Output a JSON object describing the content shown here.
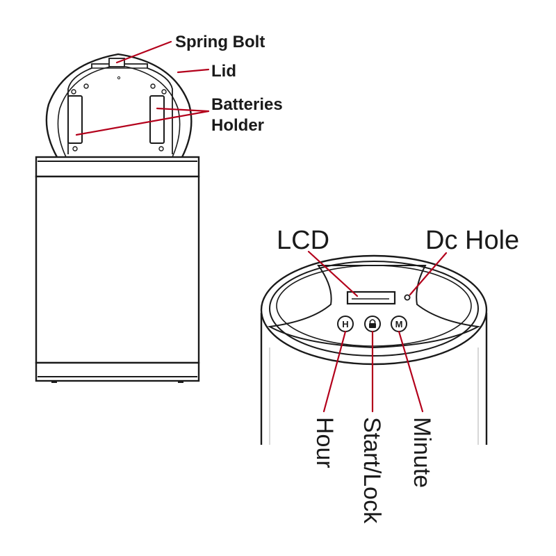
{
  "left_view": {
    "labels": {
      "spring_bolt": "Spring Bolt",
      "lid": "Lid",
      "batteries_line1": "Batteries",
      "batteries_line2": "Holder"
    }
  },
  "right_view": {
    "labels": {
      "lcd": "LCD",
      "dc_hole": "Dc Hole",
      "hour": "Hour",
      "start_lock": "Start/Lock",
      "minute": "Minute"
    },
    "buttons": {
      "hour": "H",
      "minute": "M"
    }
  },
  "colors": {
    "leader_lines": "#b3001b",
    "outline": "#1a1a1a"
  }
}
